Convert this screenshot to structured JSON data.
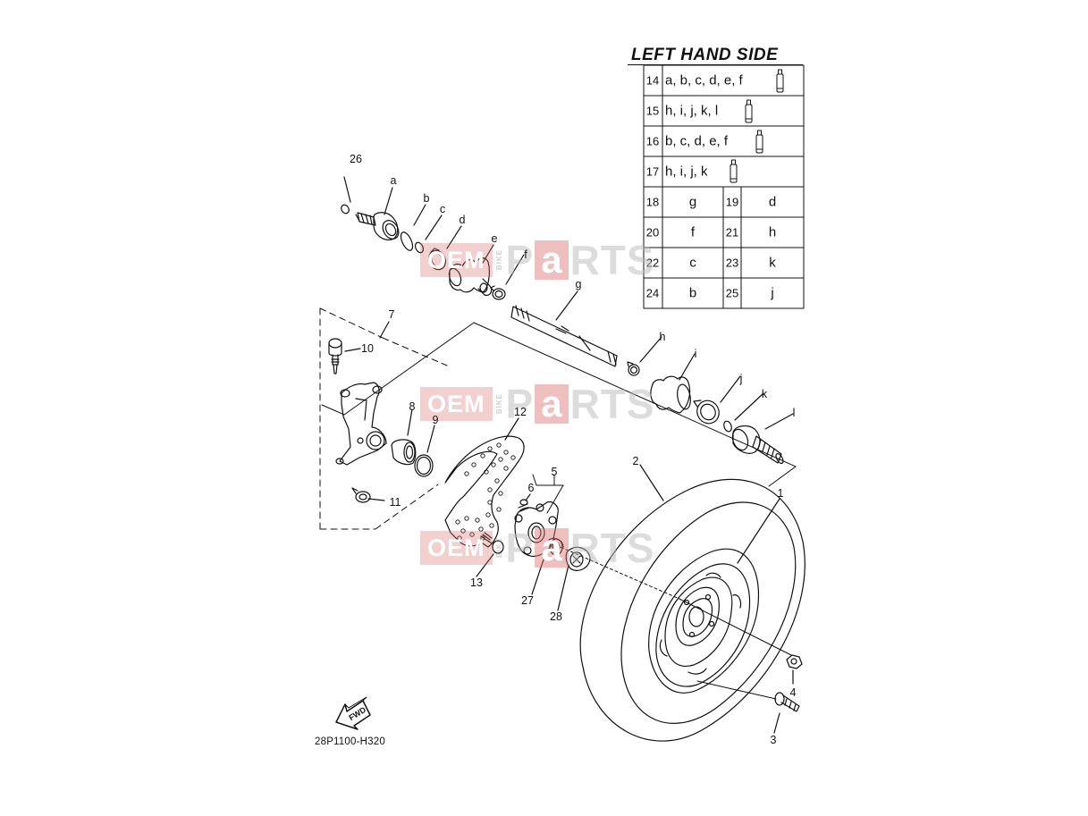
{
  "diagram_code": "28P1100-H320",
  "fwd_label": "FWD",
  "watermark": {
    "left": "OEM",
    "small": "BIKE",
    "p": "P",
    "a": "a",
    "rts": "RTS"
  },
  "left_hand_side": {
    "title": "LEFT HAND SIDE",
    "kit_rows": [
      {
        "num": "14",
        "parts": "a, b, c, d, e, f"
      },
      {
        "num": "15",
        "parts": "h, i, j, k, l"
      },
      {
        "num": "16",
        "parts": "b, c, d, e, f"
      },
      {
        "num": "17",
        "parts": "h, i, j, k"
      }
    ],
    "pair_rows": [
      [
        {
          "num": "18",
          "part": "g"
        },
        {
          "num": "19",
          "part": "d"
        }
      ],
      [
        {
          "num": "20",
          "part": "f"
        },
        {
          "num": "21",
          "part": "h"
        }
      ],
      [
        {
          "num": "22",
          "part": "c"
        },
        {
          "num": "23",
          "part": "k"
        }
      ],
      [
        {
          "num": "24",
          "part": "b"
        },
        {
          "num": "25",
          "part": "j"
        }
      ]
    ]
  },
  "callouts": {
    "c26": "26",
    "ca": "a",
    "cb": "b",
    "cc": "c",
    "cd": "d",
    "ce": "e",
    "cf": "f",
    "cg": "g",
    "ch": "h",
    "ci": "i",
    "cj": "j",
    "ck": "k",
    "cl": "l",
    "c7": "7",
    "c10": "10",
    "c8": "8",
    "c9": "9",
    "c12": "12",
    "c11": "11",
    "c5": "5",
    "c6": "6",
    "c13": "13",
    "c27": "27",
    "c28": "28",
    "c2": "2",
    "c1": "1",
    "c4": "4",
    "c3": "3"
  }
}
